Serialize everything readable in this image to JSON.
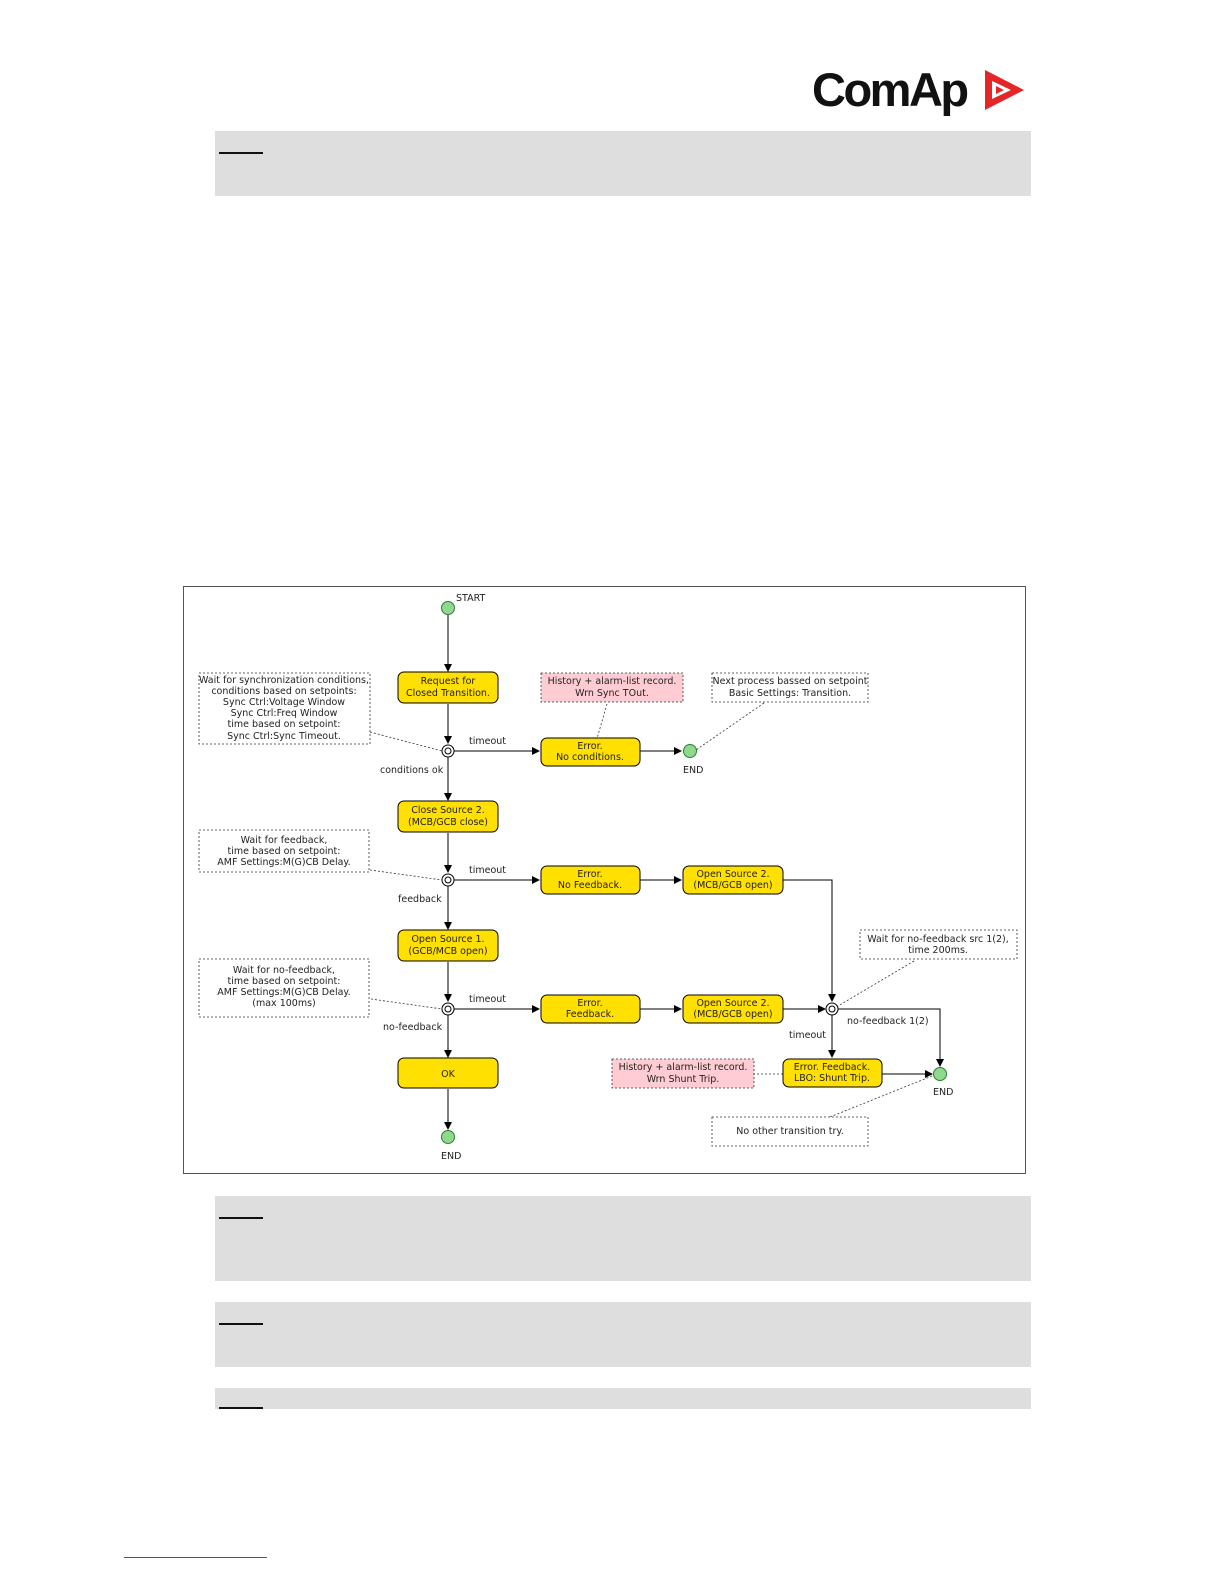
{
  "brand": {
    "name": "ComAp",
    "accent": "#e52629"
  },
  "colors": {
    "state_fill": "#ffe000",
    "note_fill": "#ffccd3",
    "node_fill": "#8ed98e",
    "note_band": "#dedede"
  },
  "diagram": {
    "start_label": "START",
    "end_label": "END",
    "states": [
      {
        "id": "request",
        "lines": [
          "Request for",
          "Closed Transition."
        ]
      },
      {
        "id": "err-no-conditions",
        "lines": [
          "Error.",
          "No conditions."
        ]
      },
      {
        "id": "close-src2",
        "lines": [
          "Close Source 2.",
          "(MCB/GCB close)"
        ]
      },
      {
        "id": "err-no-feedback",
        "lines": [
          "Error.",
          "No Feedback."
        ]
      },
      {
        "id": "open-src2-a",
        "lines": [
          "Open Source 2.",
          "(MCB/GCB open)"
        ]
      },
      {
        "id": "open-src1",
        "lines": [
          "Open Source 1.",
          "(GCB/MCB open)"
        ]
      },
      {
        "id": "err-feedback",
        "lines": [
          "Error.",
          "Feedback."
        ]
      },
      {
        "id": "open-src2-b",
        "lines": [
          "Open Source 2.",
          "(MCB/GCB open)"
        ]
      },
      {
        "id": "ok",
        "lines": [
          "OK"
        ]
      },
      {
        "id": "err-lbo",
        "lines": [
          "Error. Feedback.",
          "LBO: Shunt Trip."
        ]
      }
    ],
    "notes": [
      {
        "id": "wait-sync",
        "lines": [
          "Wait for synchronization conditions,",
          "conditions based on setpoints:",
          "Sync Ctrl:Voltage Window",
          "Sync Ctrl:Freq Window",
          "time based on setpoint:",
          "Sync Ctrl:Sync Timeout."
        ]
      },
      {
        "id": "history-sync",
        "lines": [
          "History + alarm-list record.",
          "Wrn Sync TOut."
        ]
      },
      {
        "id": "next-process",
        "lines": [
          "Next process bassed on setpoint",
          "Basic Settings: Transition."
        ]
      },
      {
        "id": "wait-feedback",
        "lines": [
          "Wait for feedback,",
          "time based on setpoint:",
          "AMF Settings:M(G)CB Delay."
        ]
      },
      {
        "id": "wait-no-feedback-src",
        "lines": [
          "Wait for no-feedback src 1(2),",
          "time 200ms."
        ]
      },
      {
        "id": "wait-no-feedback",
        "lines": [
          "Wait for no-feedback,",
          "time based on setpoint:",
          "AMF Settings:M(G)CB Delay.",
          "(max 100ms)"
        ]
      },
      {
        "id": "history-shunt",
        "lines": [
          "History + alarm-list record.",
          "Wrn Shunt Trip."
        ]
      },
      {
        "id": "no-other",
        "lines": [
          "No other transition try."
        ]
      }
    ],
    "edge_labels": [
      {
        "id": "timeout-1",
        "text": "timeout"
      },
      {
        "id": "conditions-ok",
        "text": "conditions ok"
      },
      {
        "id": "timeout-2",
        "text": "timeout"
      },
      {
        "id": "feedback",
        "text": "feedback"
      },
      {
        "id": "timeout-3",
        "text": "timeout"
      },
      {
        "id": "no-feedback",
        "text": "no-feedback"
      },
      {
        "id": "timeout-4",
        "text": "timeout"
      },
      {
        "id": "no-feedback-1-2",
        "text": "no-feedback 1(2)"
      }
    ]
  }
}
